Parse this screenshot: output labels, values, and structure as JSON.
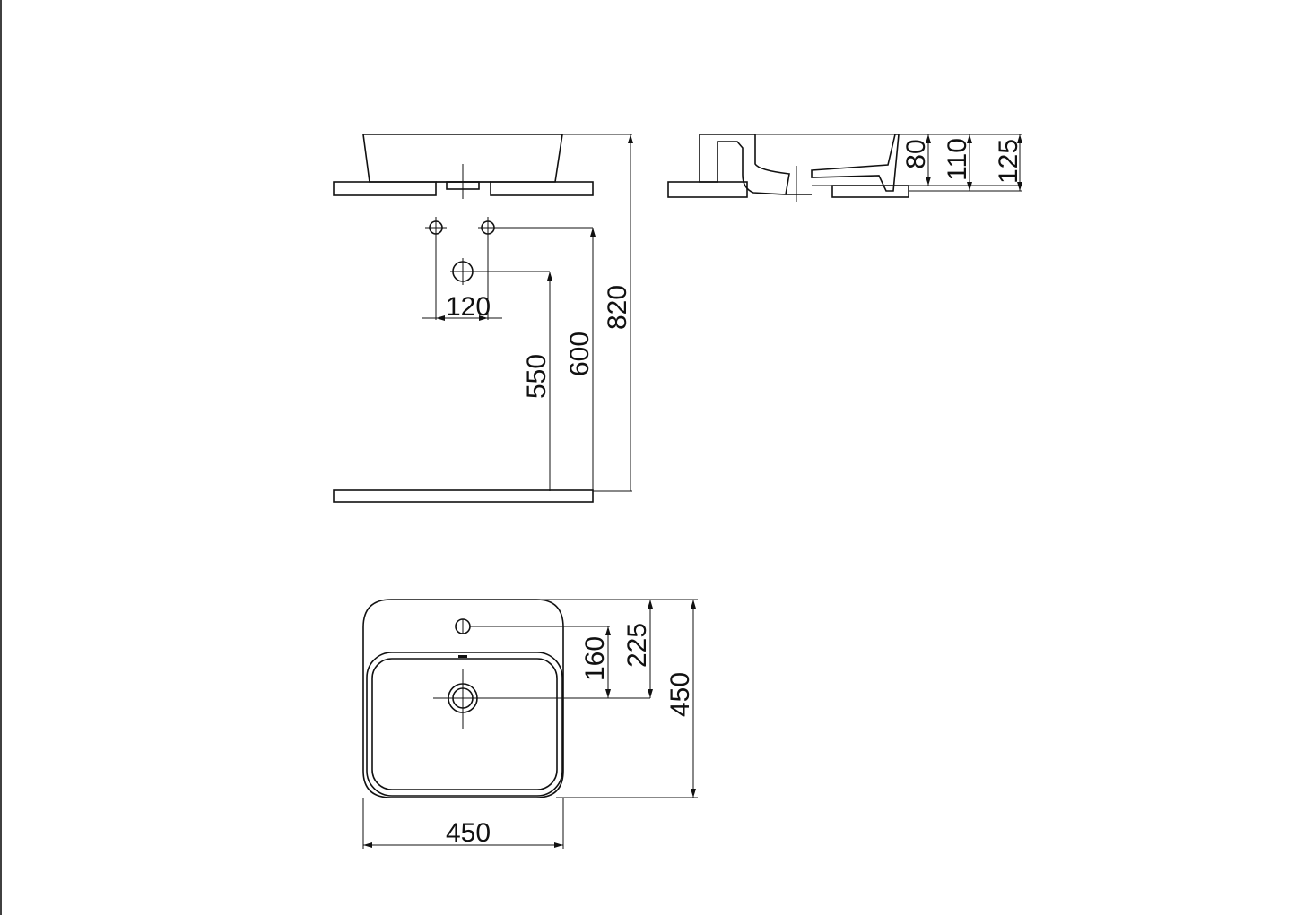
{
  "drawing": {
    "title": "Washbasin installation dimensions",
    "front_view": {
      "dims": {
        "tap_spacing": "120",
        "drain_height": "550",
        "tap_height": "600",
        "rim_height": "820"
      }
    },
    "side_view": {
      "dims": {
        "bowl_depth": "80",
        "overall_above_counter": "110",
        "total_height": "125"
      }
    },
    "plan_view": {
      "dims": {
        "tap_to_drain": "160",
        "edge_to_drain": "225",
        "depth": "450",
        "width": "450"
      }
    },
    "colors": {
      "line": "#111111",
      "background": "#ffffff"
    }
  }
}
